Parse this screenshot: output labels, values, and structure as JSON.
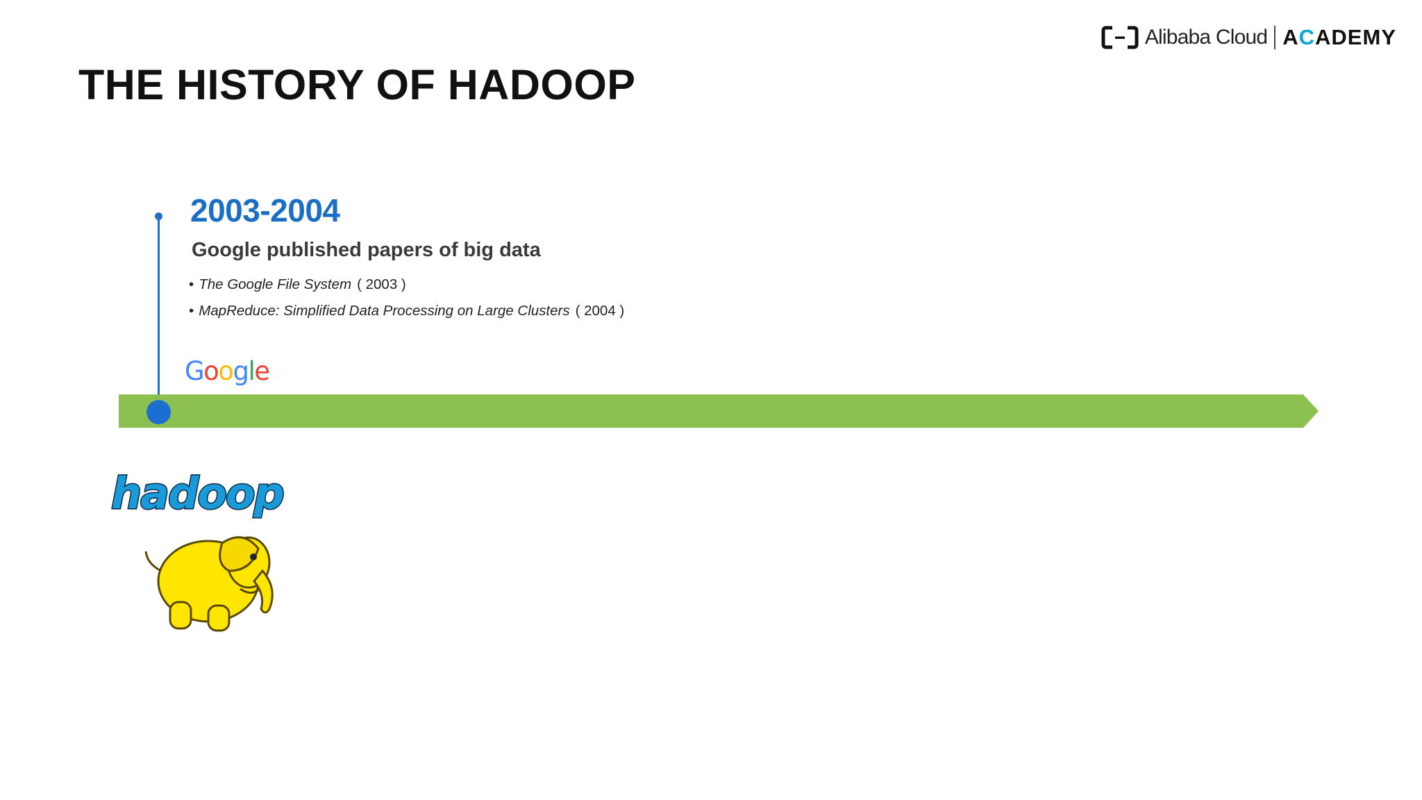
{
  "slide": {
    "title": "THE HISTORY OF HADOOP"
  },
  "brand": {
    "name": "Alibaba Cloud",
    "academy": "ACADEMY",
    "academy_letters": [
      "A",
      "C",
      "A",
      "D",
      "E",
      "M",
      "Y"
    ],
    "accent_color": "#0aa3d6"
  },
  "timeline": {
    "bar_color": "#8cc152",
    "node_color": "#1a6fd0",
    "milestones": [
      {
        "year": "2003-2004",
        "heading": "Google published papers of big data",
        "papers": [
          {
            "title": "The Google File System",
            "year": "( 2003 )"
          },
          {
            "title": "MapReduce: Simplified Data Processing on Large Clusters",
            "year": "( 2004 )"
          }
        ],
        "logo": {
          "text": "Google",
          "icon": "google-logo",
          "colors": [
            "#4285f4",
            "#ea4335",
            "#fbbc05",
            "#4285f4",
            "#34a853",
            "#ea4335"
          ]
        }
      }
    ]
  },
  "hadoop_logo": {
    "text": "hadoop",
    "icon": "hadoop-elephant-logo",
    "text_color": "#1a9ad6",
    "elephant_color": "#ffe600"
  }
}
